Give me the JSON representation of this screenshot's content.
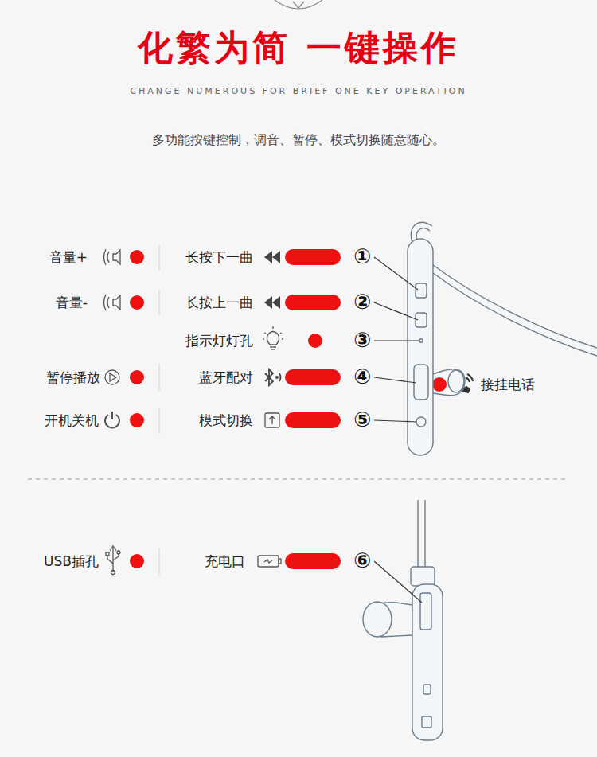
{
  "diagram": {
    "title": "化繁为简 一键操作",
    "labels": [
      "CHANGE NUMEROUS FOR BRIEF ONE KEY OPERATION",
      "多功能按键控制，调音、暂停、模式切换随意随心。",
      "音量+",
      "长按下一曲",
      "①",
      "音量-",
      "长按上一曲",
      "②",
      "指示灯灯孔",
      "③",
      "暂停播放",
      "蓝牙配对",
      "④",
      "接挂电话",
      "开机关机",
      "模式切换",
      "⑤",
      "USB插孔",
      "充电口",
      "⑥"
    ]
  }
}
